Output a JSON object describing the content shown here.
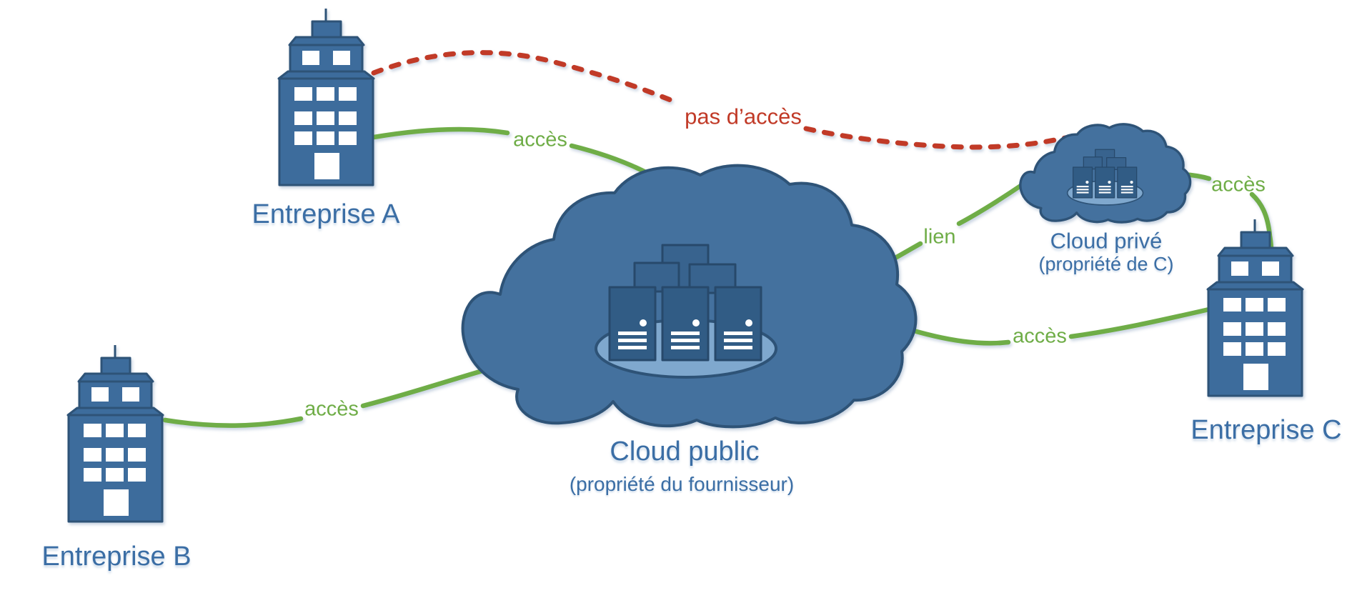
{
  "nodes": {
    "entreprise_a": {
      "label": "Entreprise A",
      "icon": "building-icon"
    },
    "entreprise_b": {
      "label": "Entreprise B",
      "icon": "building-icon"
    },
    "entreprise_c": {
      "label": "Entreprise C",
      "icon": "building-icon"
    },
    "cloud_public": {
      "label": "Cloud public",
      "sublabel": "(propriété du fournisseur)",
      "icon": "cloud-servers-icon"
    },
    "cloud_prive": {
      "label": "Cloud privé",
      "sublabel": "(propriété de C)",
      "icon": "cloud-servers-icon"
    }
  },
  "edges": {
    "a_public": {
      "label": "accès",
      "style": "solid-green",
      "from": "entreprise_a",
      "to": "cloud_public"
    },
    "b_public": {
      "label": "accès",
      "style": "solid-green",
      "from": "entreprise_b",
      "to": "cloud_public"
    },
    "public_c": {
      "label": "accès",
      "style": "solid-green",
      "from": "cloud_public",
      "to": "entreprise_c"
    },
    "prive_c": {
      "label": "accès",
      "style": "solid-green",
      "from": "cloud_prive",
      "to": "entreprise_c"
    },
    "public_prive": {
      "label": "lien",
      "style": "solid-green",
      "from": "cloud_public",
      "to": "cloud_prive"
    },
    "a_prive": {
      "label": "pas d’accès",
      "style": "dashed-red",
      "from": "entreprise_a",
      "to": "cloud_prive"
    }
  },
  "colors": {
    "building_fill": "#3D6C9C",
    "cloud_fill": "#44719E",
    "outline": "#2E5377",
    "server_front_fill": "#315C85",
    "server_back_fill": "#38638E",
    "platform_fill": "#7FA8CE",
    "access_green": "#6FAD47",
    "no_access_red": "#C13A27",
    "label_blue": "#3B6EA5"
  }
}
